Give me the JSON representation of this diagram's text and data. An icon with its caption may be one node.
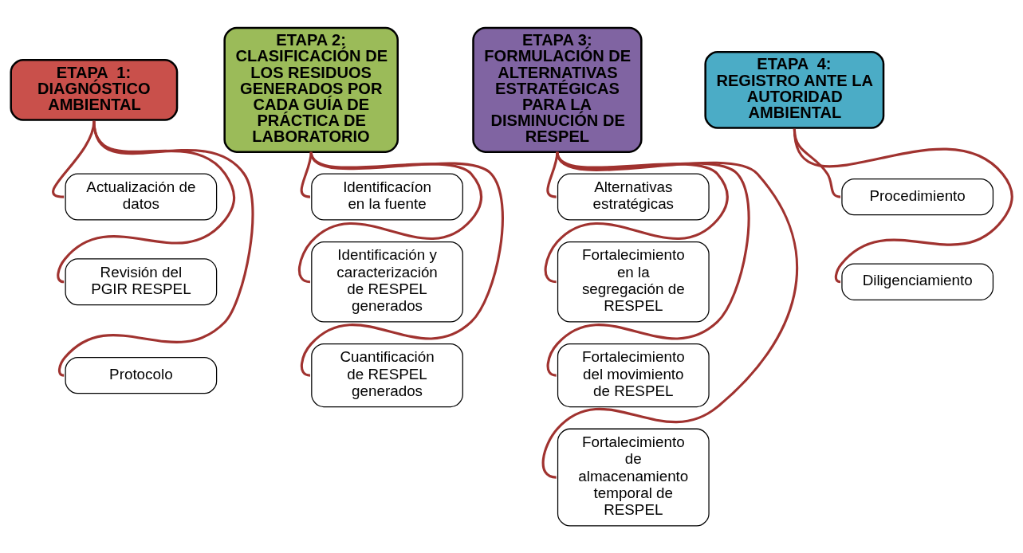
{
  "diagram": {
    "nodes": [
      {
        "text": [
          "ETAPA  1: DIAGNÓSTICO AMBIENTAL"
        ]
      },
      {
        "text": [
          "Actualización de datos"
        ]
      },
      {
        "text": [
          "Revisión del PGIR RESPEL"
        ]
      },
      {
        "text": [
          "Protocolo"
        ]
      },
      {
        "text": [
          "ETAPA 2: CLASIFICACIÓN DE LOS RESIDUOS GENERADOS POR CADA GUÍA DE PRÁCTICA DE LABORATORIO"
        ]
      },
      {
        "text": [
          "Identificacíon en la fuente"
        ]
      },
      {
        "text": [
          "Identificación y caracterización de RESPEL generados"
        ]
      },
      {
        "text": [
          "Cuantificación de RESPEL generados"
        ]
      },
      {
        "text": [
          "ETAPA 3: FORMULACIÓN DE ALTERNATIVAS ESTRATÉGICAS PARA LA DISMINUCIÓN DE RESPEL"
        ]
      },
      {
        "text": [
          "Alternativas estratégicas"
        ]
      },
      {
        "text": [
          "Fortalecimiento en la segregación de RESPEL"
        ]
      },
      {
        "text": [
          "Fortalecimiento del movimiento de RESPEL"
        ]
      },
      {
        "text": [
          "Fortalecimiento de almacenamiento temporal de RESPEL"
        ]
      },
      {
        "text": [
          "ETAPA  4: REGISTRO ANTE LA AUTORIDAD AMBIENTAL"
        ]
      },
      {
        "text": [
          "Procedimiento"
        ]
      },
      {
        "text": [
          "Diligenciamiento"
        ]
      }
    ],
    "edges": [
      {
        "from": 0,
        "to": 1,
        "arrow": "none"
      },
      {
        "from": 0,
        "to": 2,
        "arrow": "none"
      },
      {
        "from": 0,
        "to": 3,
        "arrow": "none"
      },
      {
        "from": 4,
        "to": 5,
        "arrow": "none"
      },
      {
        "from": 4,
        "to": 6,
        "arrow": "none"
      },
      {
        "from": 4,
        "to": 7,
        "arrow": "none"
      },
      {
        "from": 8,
        "to": 9,
        "arrow": "none"
      },
      {
        "from": 8,
        "to": 10,
        "arrow": "none"
      },
      {
        "from": 8,
        "to": 11,
        "arrow": "none"
      },
      {
        "from": 8,
        "to": 12,
        "arrow": "none"
      },
      {
        "from": 13,
        "to": 14,
        "arrow": "none"
      },
      {
        "from": 13,
        "to": 15,
        "arrow": "none"
      }
    ]
  }
}
